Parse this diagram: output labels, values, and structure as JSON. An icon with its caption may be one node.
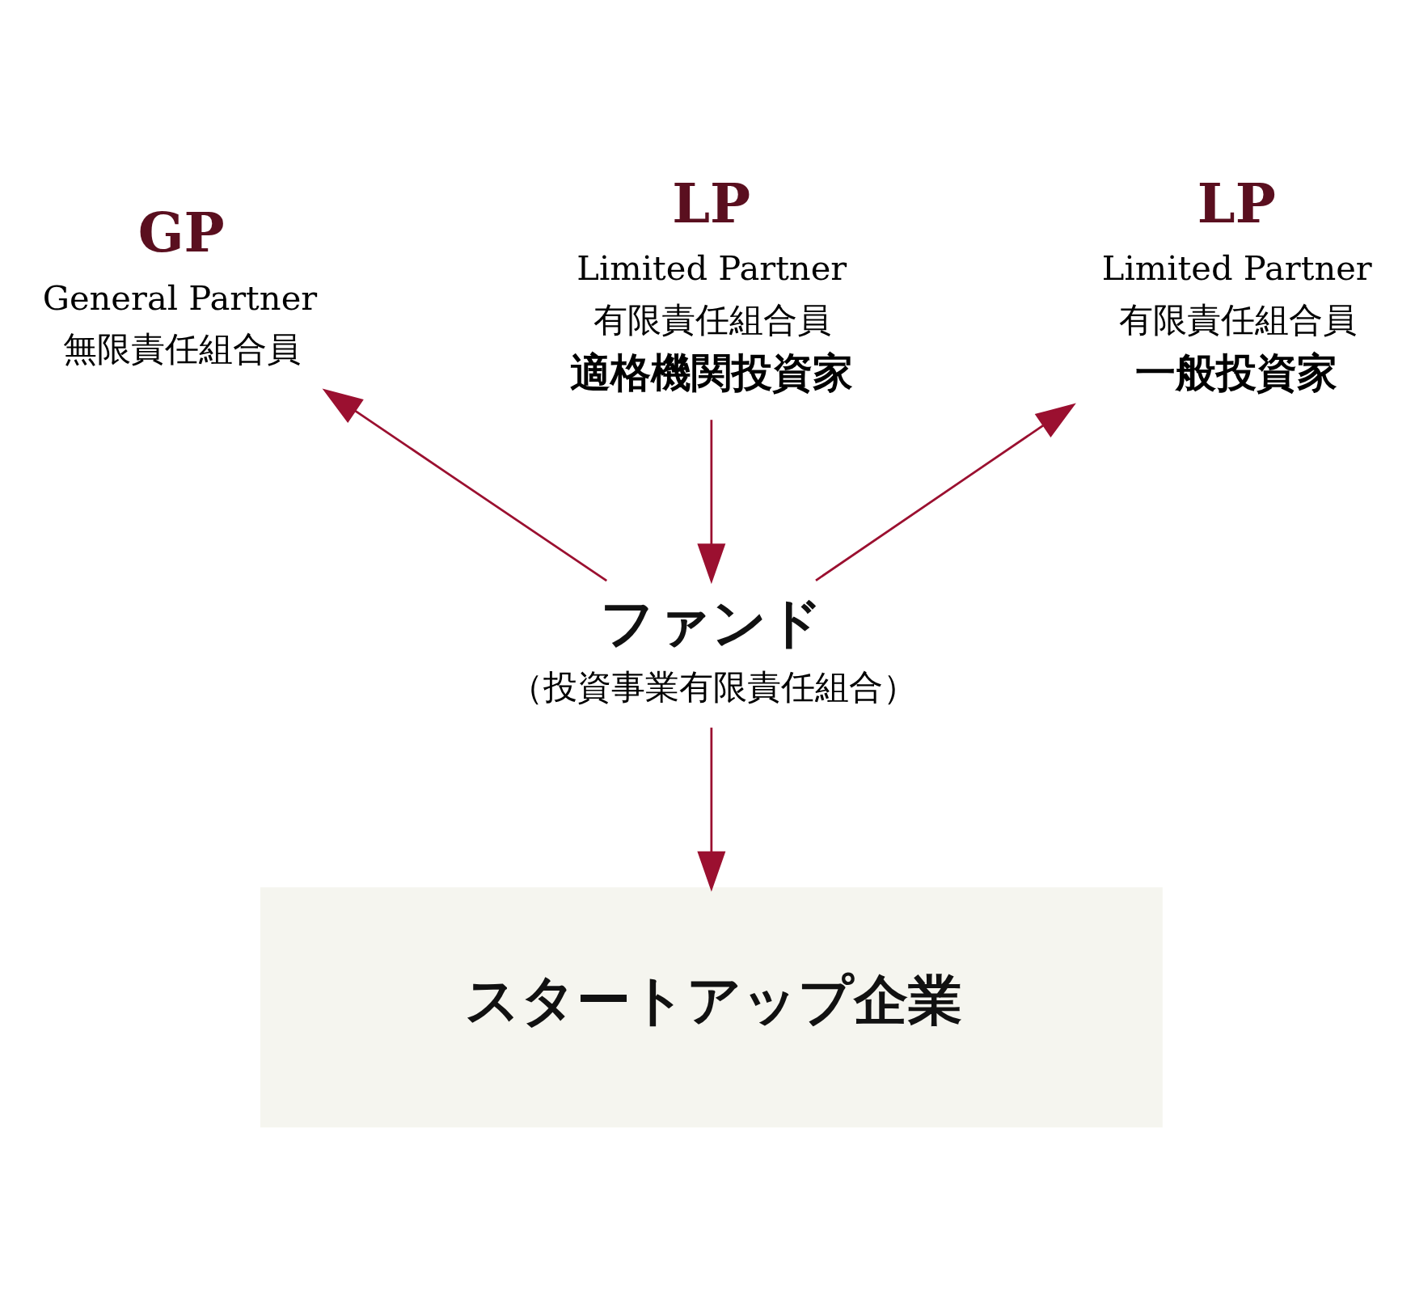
{
  "diagram": {
    "nodes": [
      {
        "text": [
          "GP",
          "General Partner",
          "無限責任組合員"
        ]
      },
      {
        "text": [
          "LP",
          "Limited Partner",
          "有限責任組合員",
          "適格機関投資家"
        ]
      },
      {
        "text": [
          "LP",
          "Limited Partner",
          "有限責任組合員",
          "一般投資家"
        ]
      },
      {
        "text": [
          "ファンド",
          "（投資事業有限責任組合）"
        ]
      },
      {
        "text": [
          "スタートアップ企業"
        ]
      }
    ],
    "edges": [
      {
        "from": 3,
        "to": 0,
        "arrow": "to"
      },
      {
        "from": 1,
        "to": 3,
        "arrow": "to"
      },
      {
        "from": 3,
        "to": 2,
        "arrow": "to"
      },
      {
        "from": 3,
        "to": 4,
        "arrow": "to"
      }
    ]
  }
}
